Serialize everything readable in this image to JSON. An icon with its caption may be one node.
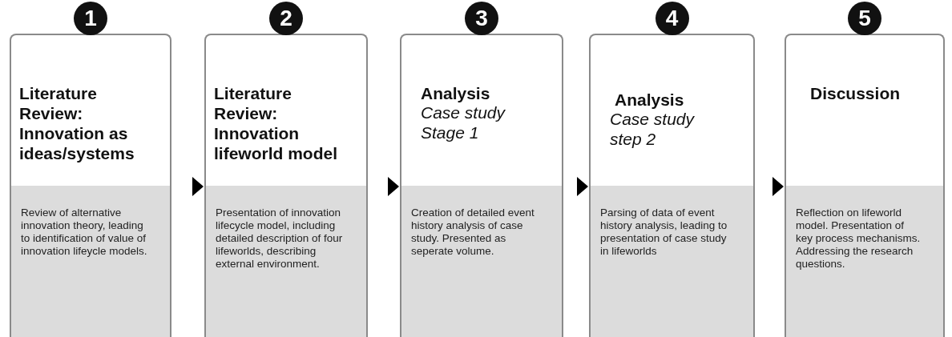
{
  "diagram": {
    "nodes": [
      {
        "text": [
          "1",
          "Literature Review: Innovation as ideas/systems",
          "Review of alternative innovation theory, leading to identification of value of innovation lifeycle models."
        ]
      },
      {
        "text": [
          "2",
          "Literature Review: Innovation lifeworld model",
          "Presentation of innovation lifecycle model, including detailed description of four lifeworlds, describing external environment."
        ]
      },
      {
        "text": [
          "3",
          "Analysis",
          "Case study Stage 1",
          "Creation of detailed event history analysis of case study. Presented as seperate volume."
        ]
      },
      {
        "text": [
          "4",
          "Analysis",
          "Case study step 2",
          "Parsing of data of event history analysis, leading to presentation of case study in lifeworlds"
        ]
      },
      {
        "text": [
          "5",
          "Discussion",
          "Reflection on lifeworld model.  Presentation of key process mechanisms. Addressing the research questions."
        ]
      }
    ],
    "edges": [
      {
        "from": 0,
        "to": 1,
        "arrow": "to"
      },
      {
        "from": 1,
        "to": 2,
        "arrow": "to"
      },
      {
        "from": 2,
        "to": 3,
        "arrow": "to"
      },
      {
        "from": 3,
        "to": 4,
        "arrow": "to"
      }
    ]
  }
}
